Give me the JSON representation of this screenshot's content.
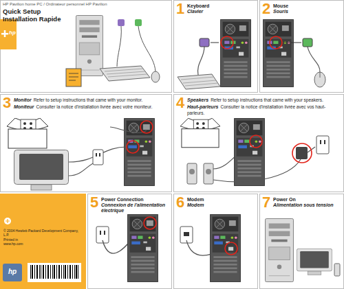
{
  "diagram": {
    "nodes": [
      {
        "text": [
          "HP Pavilion home PC / Ordinateur personnel HP Pavilion",
          "Quick Setup",
          "Installation Rapide"
        ]
      },
      {
        "text": [
          "1",
          "Keyboard",
          "Clavier"
        ]
      },
      {
        "text": [
          "2",
          "Mouse",
          "Souris"
        ]
      },
      {
        "text": [
          "3",
          "Monitor",
          "Refer to setup instructions that came with your monitor.",
          "Moniteur",
          "Consulter la notice d'installation livrée avec votre moniteur."
        ]
      },
      {
        "text": [
          "4",
          "Speakers",
          "Refer to setup instructions that came with your speakers.",
          "Haut-parleurs",
          "Consulter la notice d'installation livrée avec vos haut-parleurs."
        ]
      },
      {
        "text": [
          "© 2004 Hewlett-Packard Development Company, L.P.",
          "Printed in",
          "www.hp.com"
        ]
      },
      {
        "text": [
          "5",
          "Power Connection",
          "Connexion de l'alimentation électrique"
        ]
      },
      {
        "text": [
          "6",
          "Modem",
          "Modem"
        ]
      },
      {
        "text": [
          "7",
          "Power On",
          "Alimentation sous tension"
        ]
      }
    ],
    "labels": [
      "hp",
      "hp"
    ]
  }
}
